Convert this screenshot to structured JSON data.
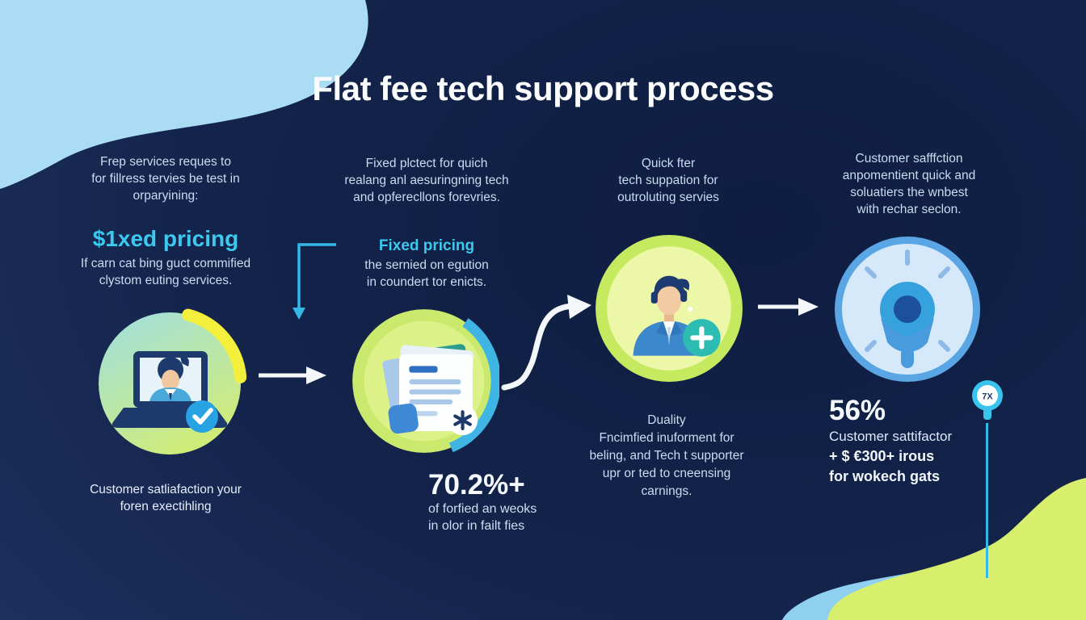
{
  "title": "Flat fee tech support process",
  "columns": [
    {
      "intro": [
        "Frep services reques to",
        "for fillress tervies be test in",
        "orparyining:"
      ],
      "heading": "$1xed pricing",
      "sub": [
        "If carn cat bing guct commified",
        "clystom euting services."
      ],
      "caption": [
        "Customer satliafaction your",
        "foren exectihling"
      ]
    },
    {
      "intro": [
        "Fixed plctect for quich",
        "realang anl aesuringning tech",
        "and opferecllons forevries."
      ],
      "heading": "Fixed pricing",
      "sub": [
        "the sernied on egution",
        "in coundert tor enicts."
      ],
      "stat": {
        "value": "70.2%+",
        "lines": [
          "of forfied an weoks",
          "in olor in failt fies"
        ]
      }
    },
    {
      "intro": [
        "Quick fter",
        "tech suppation for",
        "outroluting servies"
      ],
      "caption": [
        "Duality",
        "Fncimfied inuforment for",
        "beling, and Tech t supporter",
        "upr or ted to cneensing",
        "carnings."
      ]
    },
    {
      "intro": [
        "Customer safffction",
        "anpomentient quick and",
        "soluatiers the wnbest",
        "with rechar seclon."
      ],
      "stat": {
        "value": "56%",
        "lines": [
          "Customer sattifactor",
          "+ $ €300+ irous",
          "for wokech gats"
        ]
      }
    }
  ],
  "pin": {
    "label": "7X"
  },
  "icons": {
    "step1": "video-call-check-icon",
    "step2": "documents-icon",
    "step3": "support-agent-plus-icon",
    "step4": "gauge-insight-icon",
    "pin": "percent-pin-icon"
  },
  "colors": {
    "background_navy": "#13234a",
    "accent_cyan": "#3dc9ee",
    "lime_green": "#d7ef6d",
    "sky_blue": "#aadcf4",
    "text_light_blue": "#c9dcf0",
    "white": "#ffffff"
  }
}
